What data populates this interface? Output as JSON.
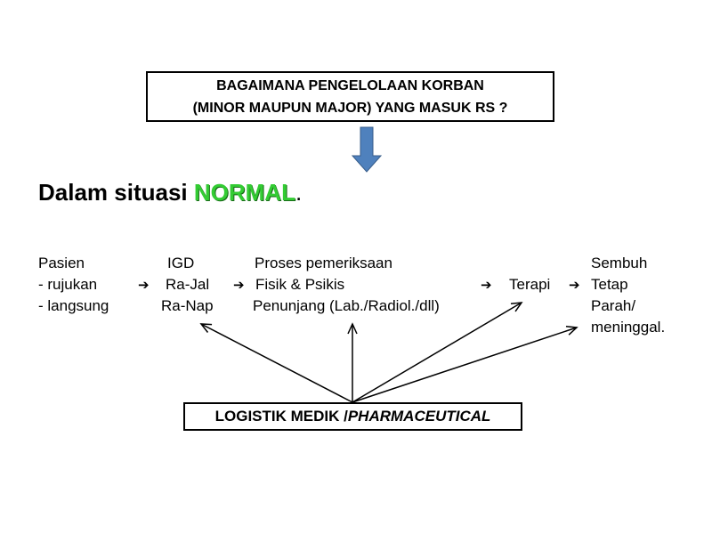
{
  "question": {
    "line1": "BAGAIMANA PENGELOLAAN KORBAN",
    "line2": "(MINOR MAUPUN MAJOR) YANG MASUK RS ?"
  },
  "heading": {
    "prefix": "Dalam situasi ",
    "highlight": "NORMAL",
    "suffix": "."
  },
  "flow": {
    "pasien": [
      "Pasien",
      "- rujukan",
      "- langsung"
    ],
    "igd": [
      "IGD",
      "Ra-Jal",
      "Ra-Nap"
    ],
    "proses": [
      "Proses pemeriksaan",
      "Fisik & Psikis",
      "Penunjang (Lab./Radiol./dll)"
    ],
    "terapi": "Terapi",
    "outcome": [
      "Sembuh",
      "Tetap",
      "Parah/",
      "meninggal."
    ],
    "arrow_glyph": "➔"
  },
  "logistik": {
    "normal": "LOGISTIK MEDIK /",
    "italic": "PHARMACEUTICAL"
  },
  "colors": {
    "accent_green": "#33cc33",
    "down_arrow_fill": "#4f81bd",
    "down_arrow_stroke": "#385d8a"
  }
}
